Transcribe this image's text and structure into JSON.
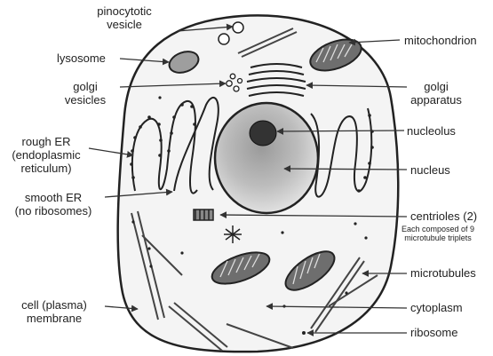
{
  "labels": {
    "pinocytotic": [
      "pinocytotic",
      "vesicle"
    ],
    "lysosome": "lysosome",
    "golgi_vesicles": [
      "golgi",
      "vesicles"
    ],
    "rough_er": [
      "rough ER",
      "(endoplasmic",
      "reticulum)"
    ],
    "smooth_er": [
      "smooth ER",
      "(no ribosomes)"
    ],
    "cell_membrane": [
      "cell (plasma)",
      "membrane"
    ],
    "mitochondrion": "mitochondrion",
    "golgi_apparatus": [
      "golgi",
      "apparatus"
    ],
    "nucleolus": "nucleolus",
    "nucleus": "nucleus",
    "centrioles": "centrioles (2)",
    "centrioles_note": [
      "Each composed of 9",
      "microtubule triplets"
    ],
    "microtubules": "microtubules",
    "cytoplasm": "cytoplasm",
    "ribosome": "ribosome"
  }
}
